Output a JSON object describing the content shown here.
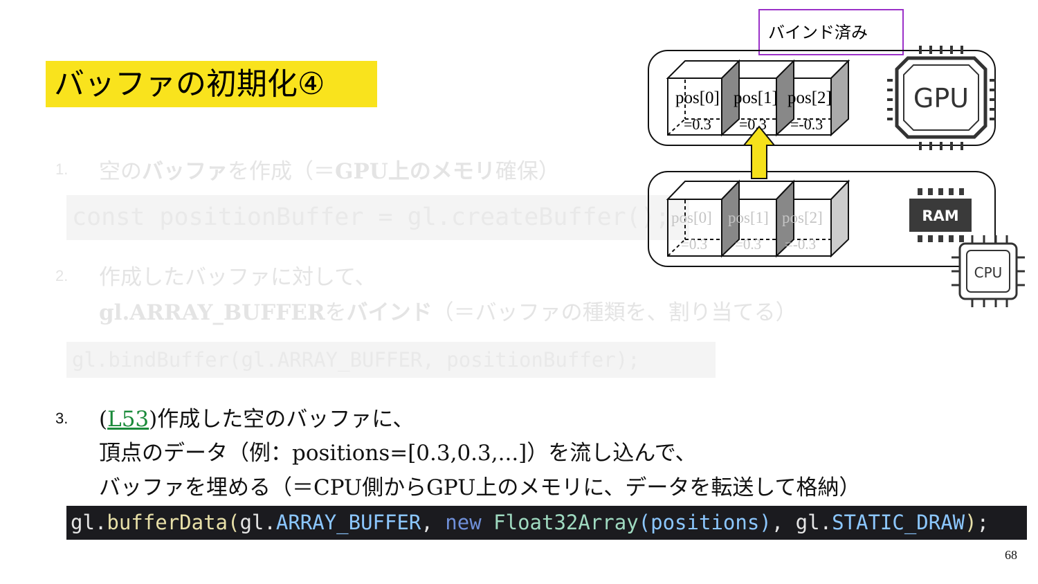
{
  "title": "バッファの初期化④",
  "steps": [
    {
      "number": "1.",
      "text_parts": [
        "空の",
        "バッファ",
        "を作成（＝",
        "GPU上のメモリ",
        "確保）"
      ],
      "code": "const positionBuffer = gl.createBuffer();"
    },
    {
      "number": "2.",
      "line1": "作成したバッファに対して、",
      "line2_parts": [
        "gl.ARRAY_BUFFER",
        "を",
        "バインド",
        "（＝バッファの種類を、割り当てる）"
      ],
      "code_parts": [
        "gl.",
        "bindBuffer",
        "(gl.",
        "ARRAY_BUFFER",
        ", positionBuffer);"
      ]
    },
    {
      "number": "3.",
      "line1_parts": [
        "(",
        "L53",
        ")作成した空のバッファに、"
      ],
      "line2": "頂点のデータ（例：positions=[0.3,0.3,...]）を流し込んで、",
      "line3": "バッファを埋める（＝CPU側からGPU上のメモリに、データを転送して格納）",
      "code_parts": [
        "gl.",
        "bufferData",
        "(",
        "gl.",
        "ARRAY_BUFFER",
        ", ",
        "new",
        " ",
        "Float32Array",
        "(",
        "positions",
        ")",
        ", gl.",
        "STATIC_DRAW",
        ")",
        ";"
      ]
    }
  ],
  "diagram": {
    "bound_label": "バインド済み",
    "gpu_label": "GPU",
    "ram_label": "RAM",
    "cpu_label": "CPU",
    "gpu_cells": [
      {
        "name": "pos[0]",
        "value": "=0.3"
      },
      {
        "name": "pos[1]",
        "value": "=0.3"
      },
      {
        "name": "pos[2]",
        "value": "=-0.3"
      }
    ],
    "ram_cells": [
      {
        "name": "pos[0]",
        "value": "=0.3"
      },
      {
        "name": "pos[1]",
        "value": "=0.3"
      },
      {
        "name": "pos[2]",
        "value": "=-0.3"
      }
    ]
  },
  "page_number": "68",
  "colors": {
    "title_bg": "#f9e31d",
    "arrow_fill": "#f5e11b",
    "bound_border": "#9b30c8",
    "code_bg": "#1b1b1f",
    "link": "#1a8a3a"
  }
}
